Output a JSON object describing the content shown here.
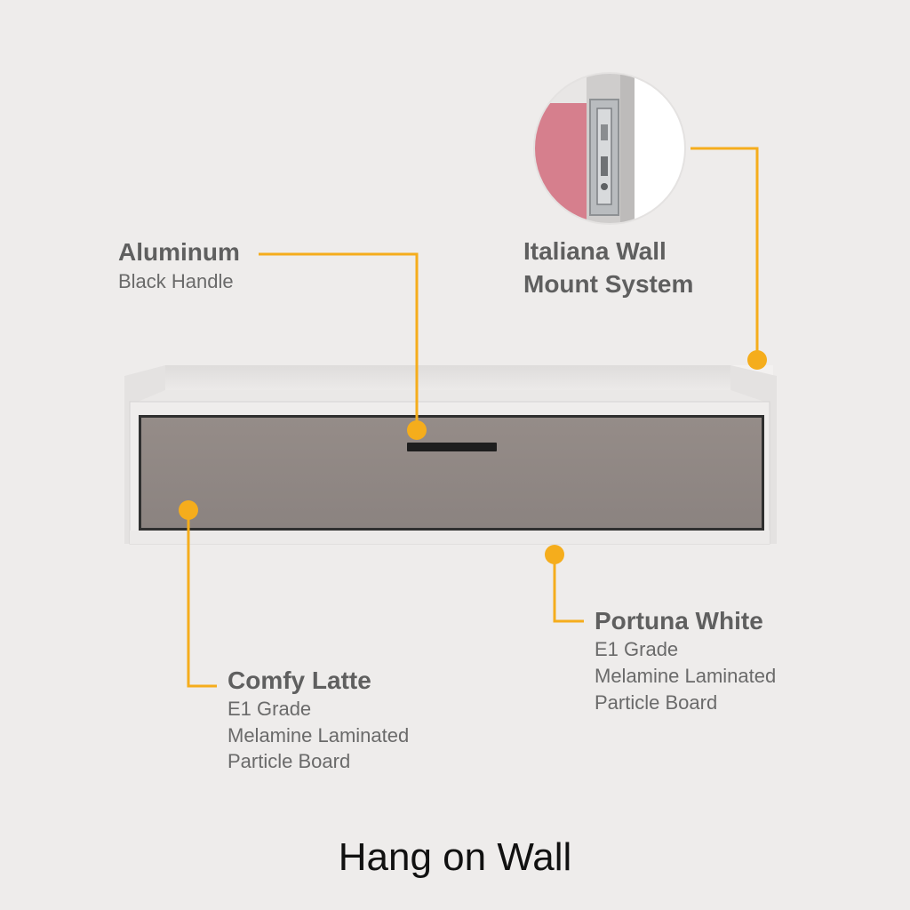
{
  "callouts": {
    "aluminum": {
      "title": "Aluminum",
      "subtitle": "Black Handle"
    },
    "italiana": {
      "title_line1": "Italiana Wall",
      "title_line2": "Mount System"
    },
    "portuna": {
      "title": "Portuna White",
      "line1": "E1 Grade",
      "line2": "Melamine Laminated",
      "line3": "Particle Board"
    },
    "comfy": {
      "title": "Comfy Latte",
      "line1": "E1 Grade",
      "line2": "Melamine Laminated",
      "line3": "Particle Board"
    }
  },
  "footer": {
    "caption": "Hang on Wall"
  },
  "colors": {
    "background": "#eeeceb",
    "accent": "#f5ad1c",
    "cabinet_white": "#e9e7e6",
    "drawer_latte": "#928985",
    "handle": "#1e1e1e",
    "inset_pink": "#d67f8d"
  },
  "icons": {
    "callout_marker": "orange-dot",
    "detail_inset": "wall-mount-bracket-closeup"
  }
}
